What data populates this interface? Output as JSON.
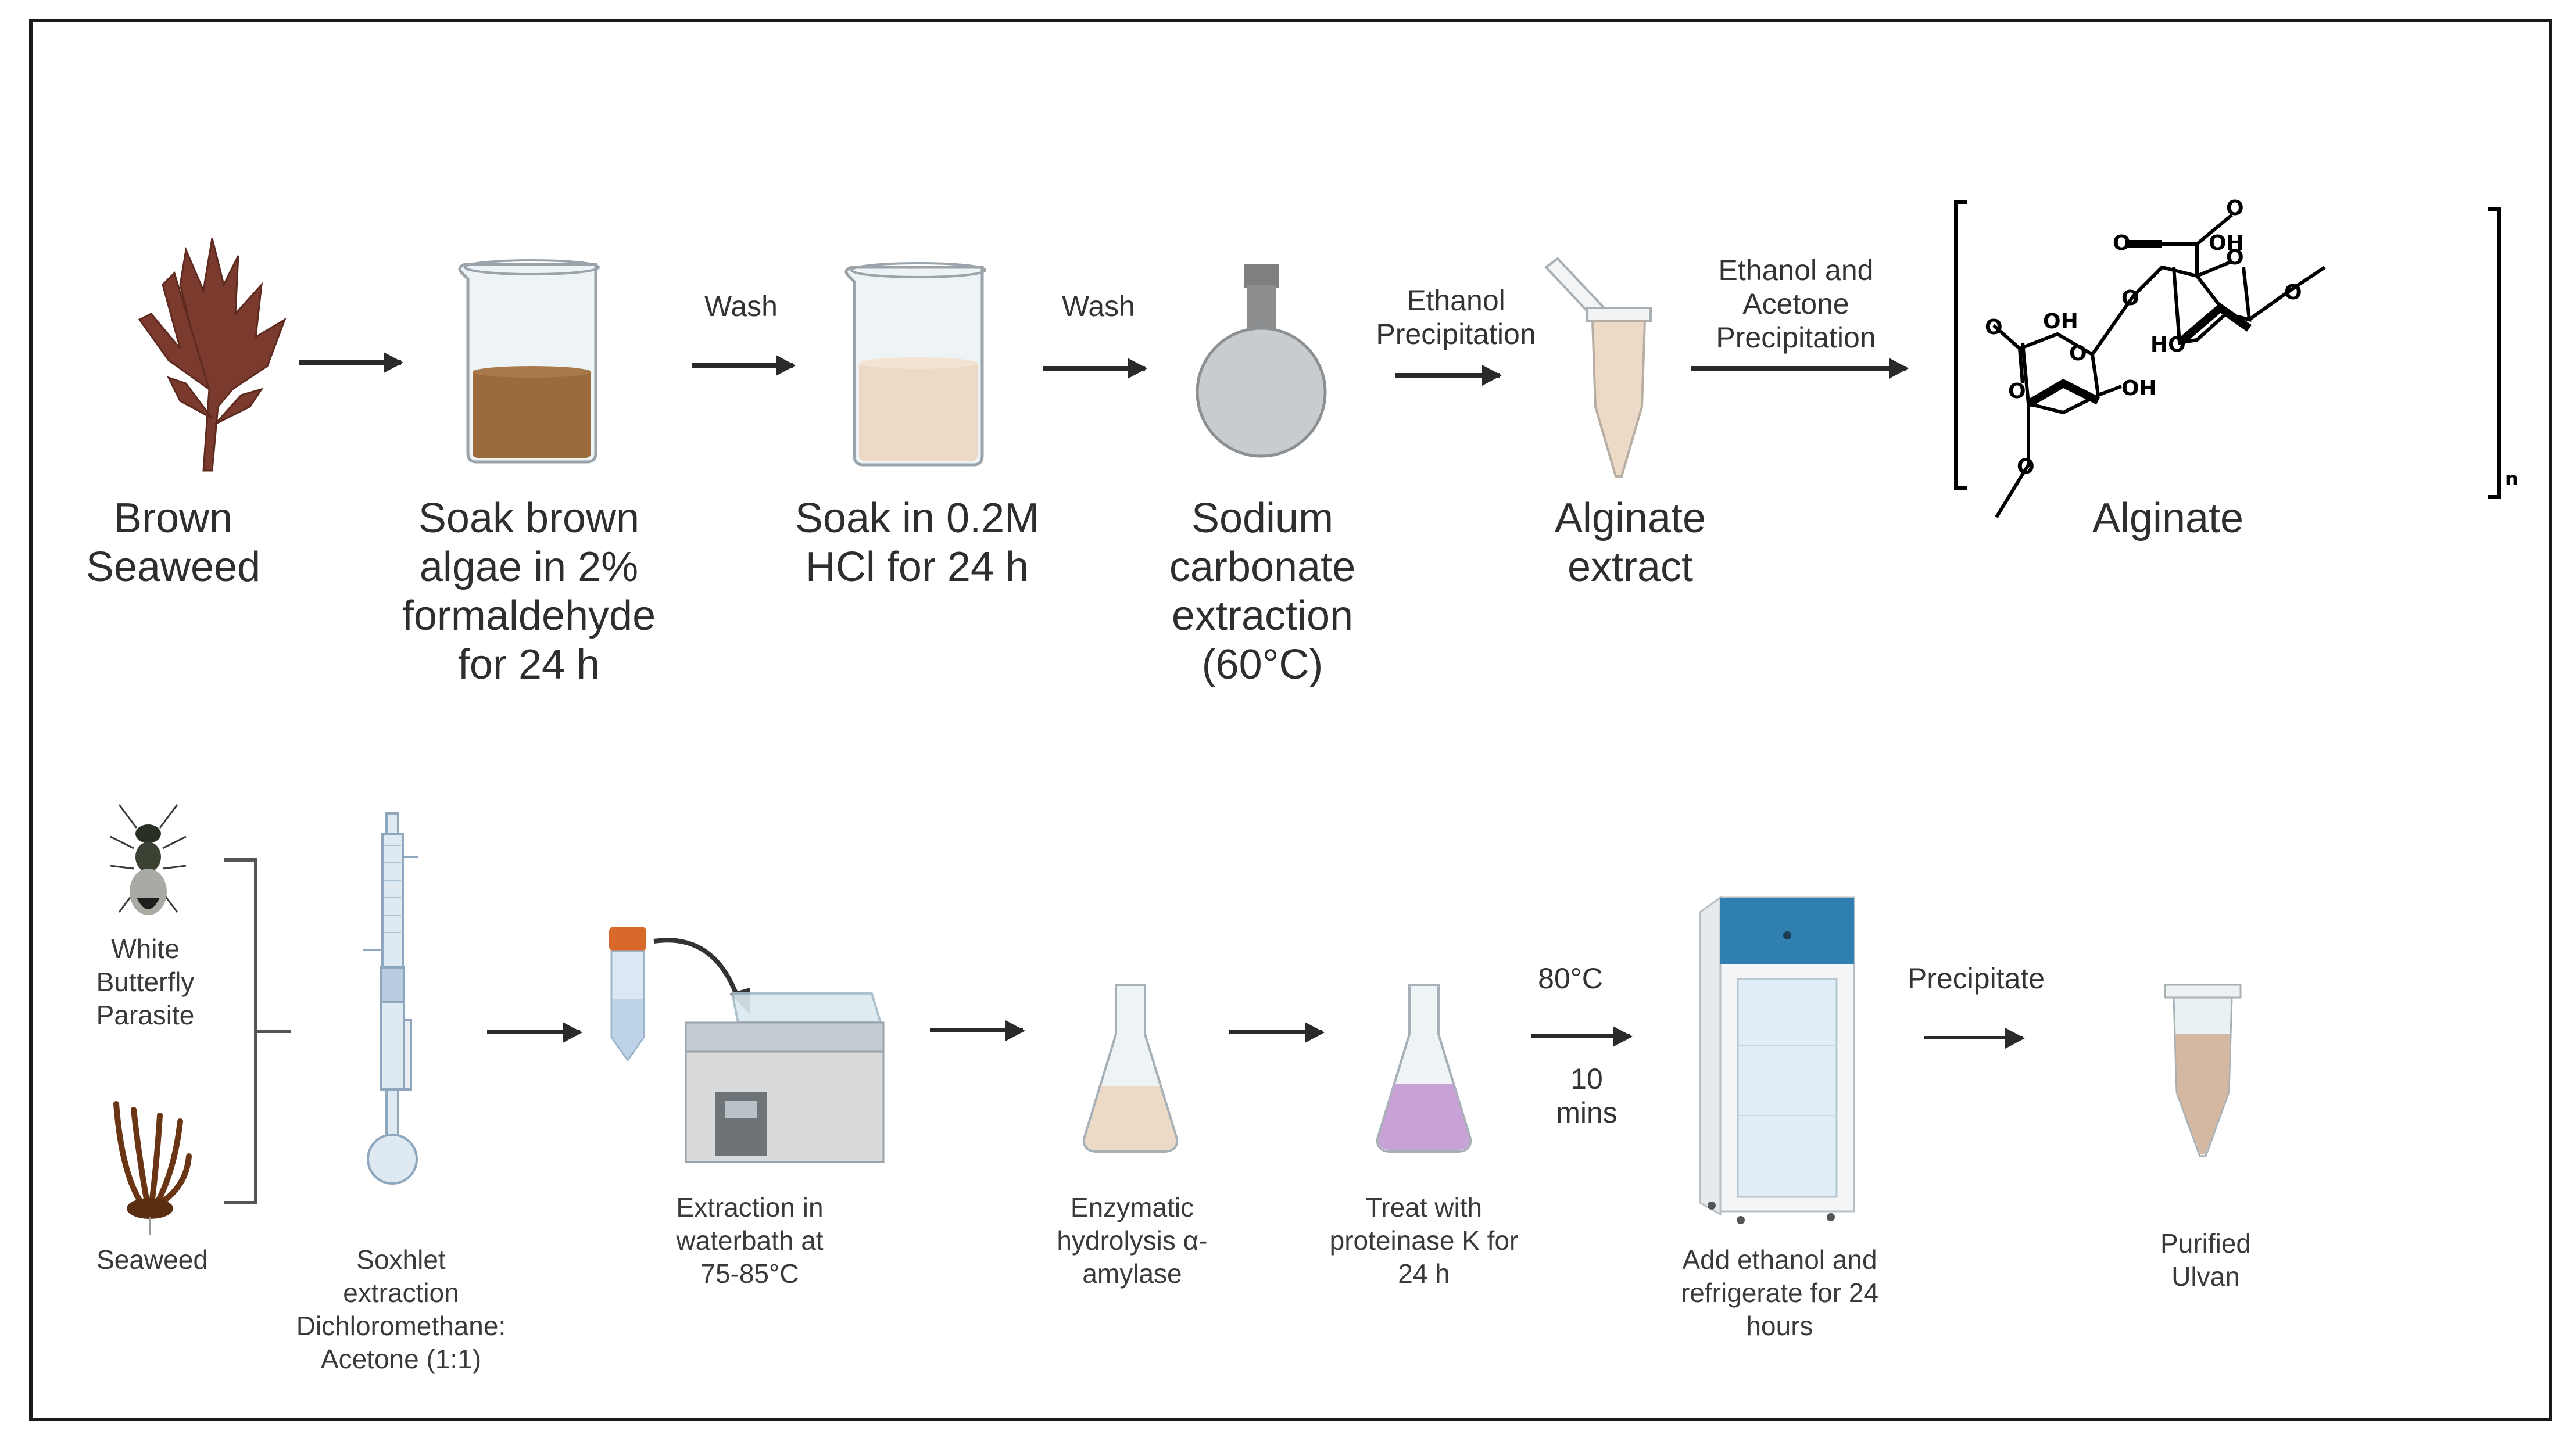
{
  "top_row": {
    "steps": [
      {
        "label": "Brown\nSeaweed",
        "icon": "brown-seaweed-icon"
      },
      {
        "label": "Soak brown\nalgae in 2%\nformaldehyde\nfor 24 h",
        "icon": "beaker-brown-icon"
      },
      {
        "label": "Soak in 0.2M\nHCl for 24 h",
        "icon": "beaker-beige-icon"
      },
      {
        "label": "Sodium\ncarbonate\nextraction\n(60°C)",
        "icon": "round-flask-icon"
      },
      {
        "label": "Alginate\nextract",
        "icon": "microtube-icon"
      },
      {
        "label": "Alginate",
        "icon": "alginate-structure-icon"
      }
    ],
    "arrows": [
      {
        "label": ""
      },
      {
        "label": "Wash"
      },
      {
        "label": "Wash"
      },
      {
        "label": "Ethanol\nPrecipitation"
      },
      {
        "label": "Ethanol and\nAcetone\nPrecipitation"
      }
    ],
    "structure": {
      "atoms": [
        "O",
        "OH",
        "O",
        "O",
        "OH",
        "O",
        "HO",
        "O",
        "OH",
        "O",
        "O",
        "O"
      ],
      "subscript": "n"
    }
  },
  "bottom_row": {
    "inputs": [
      {
        "label": "White\nButterfly\nParasite",
        "icon": "insect-icon"
      },
      {
        "label": "Seaweed",
        "icon": "seaweed-icon"
      }
    ],
    "steps": [
      {
        "label": "Soxhlet\nextraction\nDichloromethane:\nAcetone (1:1)",
        "icon": "soxhlet-apparatus-icon"
      },
      {
        "label": "Extraction in\nwaterbath at\n75-85°C",
        "icon": "waterbath-icon"
      },
      {
        "label": "Enzymatic\nhydrolysis α-\namylase",
        "icon": "erlenmeyer-beige-icon"
      },
      {
        "label": "Treat with\nproteinase K for\n24 h",
        "icon": "erlenmeyer-purple-icon"
      },
      {
        "label": "Add ethanol and\nrefrigerate for 24\nhours",
        "icon": "refrigerator-icon"
      },
      {
        "label": "Purified\nUlvan",
        "icon": "microtube-icon"
      }
    ],
    "arrows": [
      {
        "label": ""
      },
      {
        "label": ""
      },
      {
        "label": ""
      },
      {
        "label_top": "80°C",
        "label_bottom": "10\nmins"
      },
      {
        "label": "Precipitate"
      }
    ]
  },
  "colors": {
    "frame": "#1a1a1a",
    "arrow": "#2a2a2a",
    "seaweed_brown": "#7a3b2e",
    "liquid_brown": "#9c6b3c",
    "liquid_beige": "#ecd9c6",
    "flask_grey": "#c9ccce",
    "tube_cap_orange": "#d9692a",
    "fridge_blue": "#2f7fb0",
    "liquid_purple": "#c8a2d6"
  }
}
